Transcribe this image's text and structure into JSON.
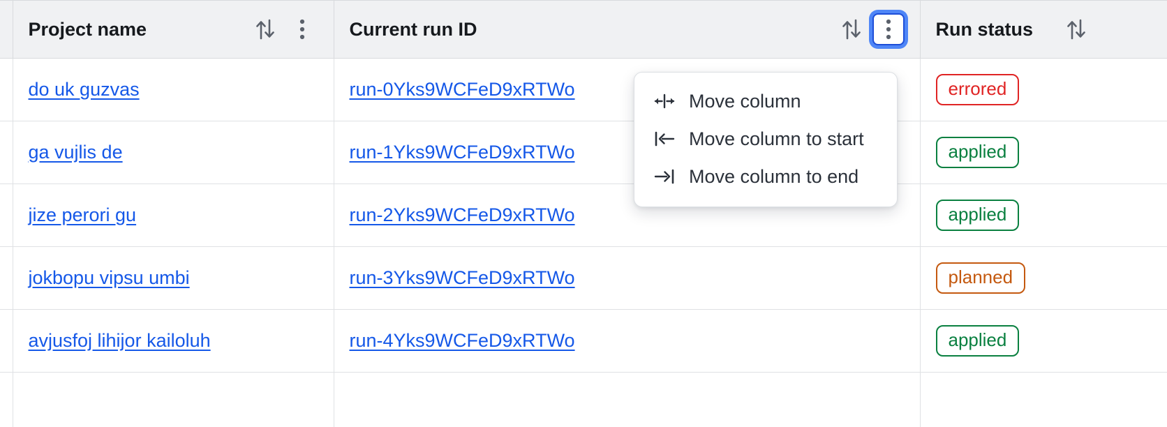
{
  "table": {
    "columns": [
      {
        "key": "gutter",
        "label": "",
        "sortable": false,
        "has_menu": false
      },
      {
        "key": "project",
        "label": "Project name",
        "sortable": true,
        "has_menu": true
      },
      {
        "key": "runid",
        "label": "Current run ID",
        "sortable": true,
        "has_menu": true
      },
      {
        "key": "status",
        "label": "Run status",
        "sortable": true,
        "has_menu": false
      }
    ],
    "header": {
      "project_name": "Project name",
      "current_run_id": "Current run ID",
      "run_status": "Run status"
    },
    "icons": {
      "sort": "sort-arrows-icon",
      "kebab": "column-options-icon"
    },
    "rows": [
      {
        "project": "do uk guzvas",
        "run_id": "run-0Yks9WCFeD9xRTWo",
        "status": "errored",
        "status_color": "#e02424"
      },
      {
        "project": "ga vujlis de",
        "run_id": "run-1Yks9WCFeD9xRTWo",
        "status": "applied",
        "status_color": "#0a8040"
      },
      {
        "project": "jize perori gu",
        "run_id": "run-2Yks9WCFeD9xRTWo",
        "status": "applied",
        "status_color": "#0a8040"
      },
      {
        "project": "jokbopu vipsu umbi",
        "run_id": "run-3Yks9WCFeD9xRTWo",
        "status": "planned",
        "status_color": "#c4590f"
      },
      {
        "project": "avjusfoj lihijor kailoluh",
        "run_id": "run-4Yks9WCFeD9xRTWo",
        "status": "applied",
        "status_color": "#0a8040"
      },
      {
        "project": "",
        "run_id": "",
        "status": "",
        "status_color": ""
      }
    ]
  },
  "column_menu": {
    "open_for_column": "Current run ID",
    "items": [
      {
        "label": "Move column",
        "icon": "move-column-icon"
      },
      {
        "label": "Move column to start",
        "icon": "move-column-to-start-icon"
      },
      {
        "label": "Move column to end",
        "icon": "move-column-to-end-icon"
      }
    ]
  },
  "colors": {
    "header_background": "#f0f1f3",
    "border": "#dfe1e4",
    "link": "#1558e8",
    "focus_ring": "#4f86f7",
    "focus_border": "#1d4ed8",
    "text": "#16191d"
  }
}
